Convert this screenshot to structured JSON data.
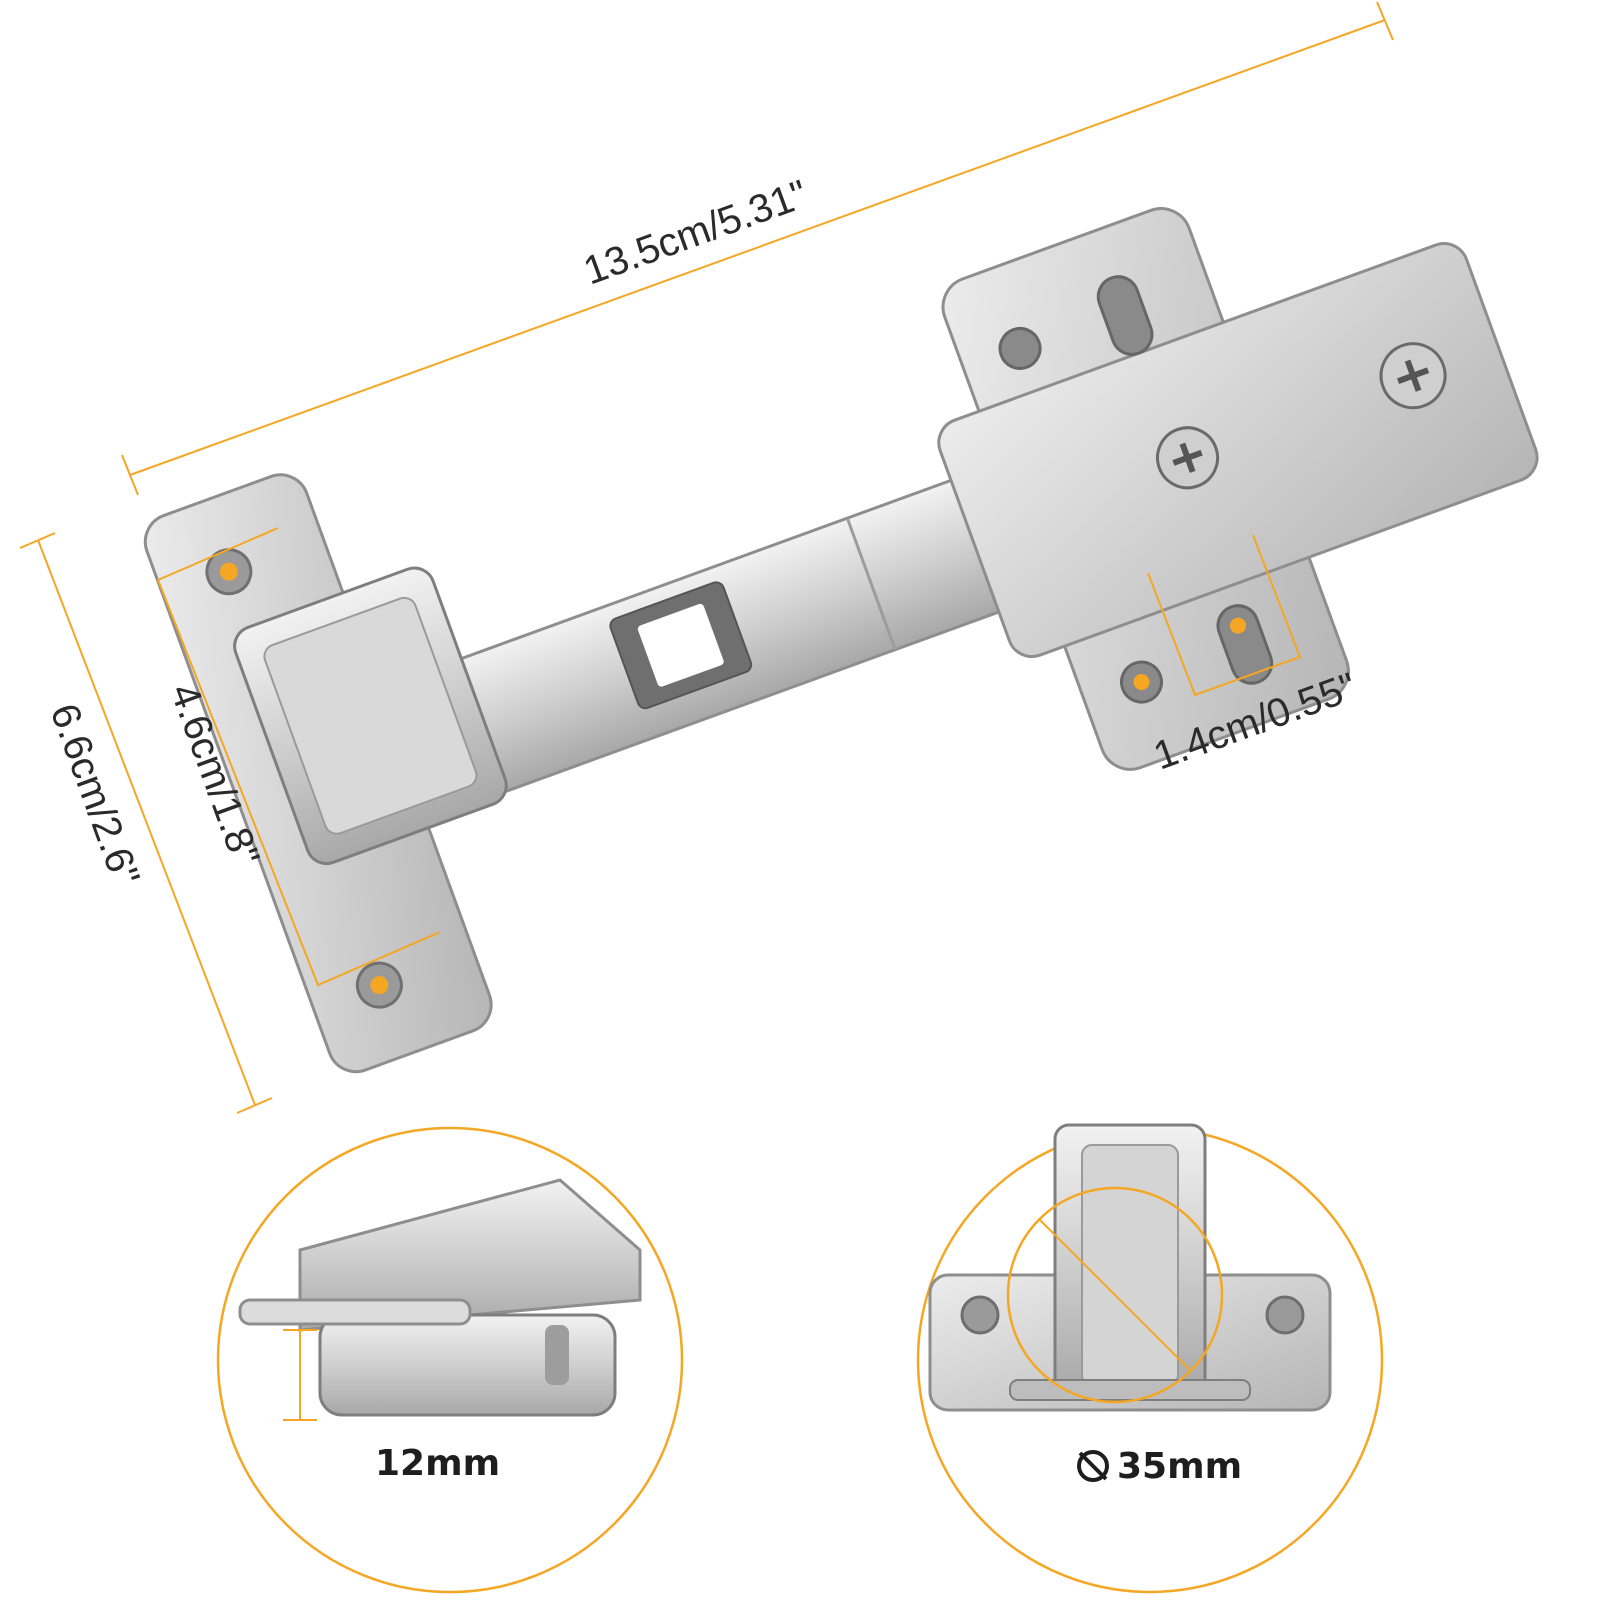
{
  "dimensions": {
    "length": "13.5cm/5.31\"",
    "height": "6.6cm/2.6\"",
    "hole_spacing": "4.6cm/1.8\"",
    "slot_spacing": "1.4cm/0.55\"",
    "cup_depth": "12mm",
    "cup_diameter": "35mm"
  },
  "colors": {
    "accent": "#f5a623",
    "metal_light": "#e6e6e6",
    "metal_mid": "#c9c9c9",
    "metal_dark": "#8e8e8e",
    "text": "#2a2a2a"
  },
  "icons": {
    "diameter_symbol": "diameter-icon",
    "product": "cabinet-hinge-icon"
  }
}
